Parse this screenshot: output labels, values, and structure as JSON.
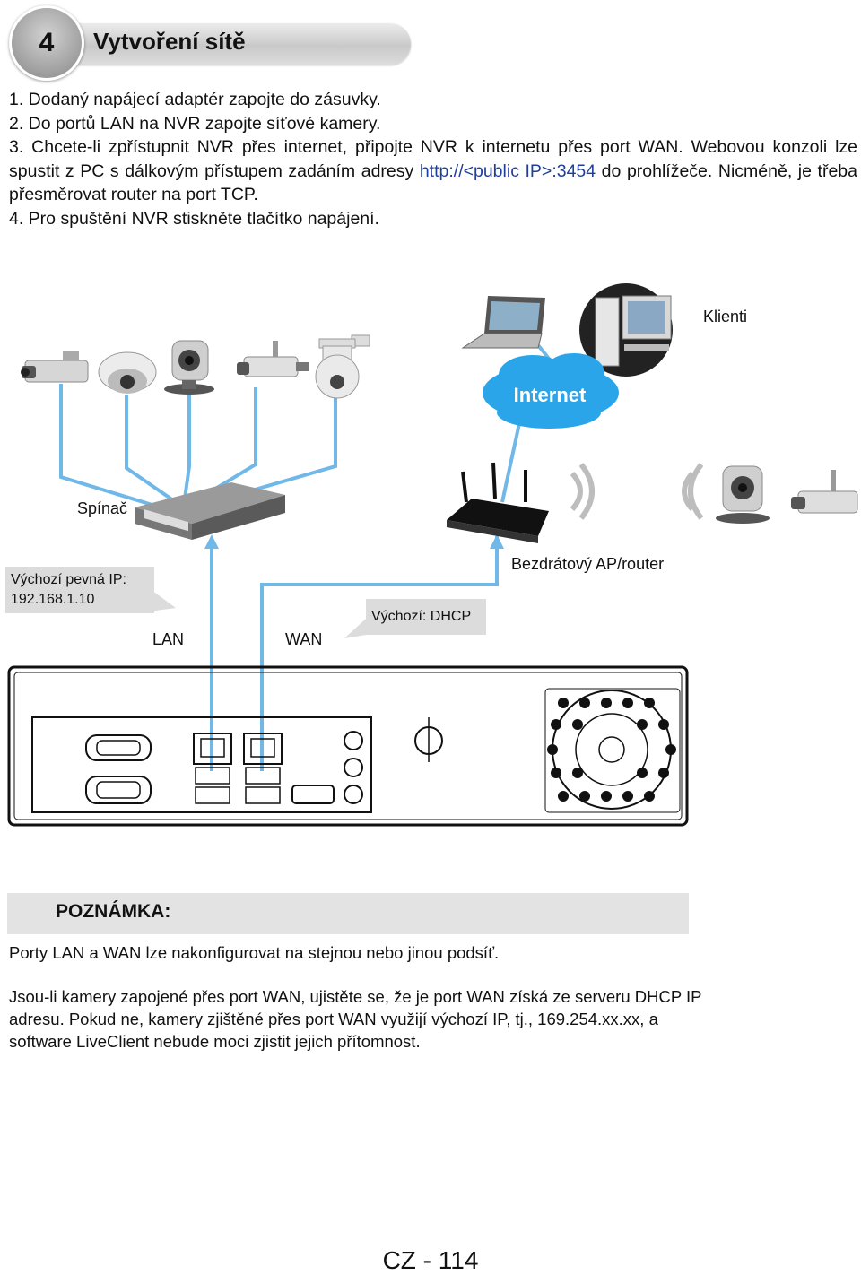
{
  "header": {
    "number": "4",
    "title": "Vytvoření sítě"
  },
  "steps": [
    "1. Dodaný napájecí adaptér zapojte do zásuvky.",
    "2. Do portů LAN na NVR zapojte síťové kamery.",
    {
      "text_before": "3. Chcete-li zpřístupnit NVR přes internet, připojte NVR k internetu přes port WAN. Webovou konzoli lze spustit z PC s dálkovým přístupem zadáním adresy ",
      "link": "http://<public IP>:3454",
      "text_after": " do prohlížeče. Nicméně, je třeba přesměrovat router na port TCP."
    },
    "4. Pro spuštění NVR stiskněte tlačítko napájení."
  ],
  "diagram": {
    "clients_label": "Klienti",
    "internet_label": "Internet",
    "switch_label": "Spínač",
    "router_label": "Bezdrátový AP/router",
    "default_ip_label": "Výchozí pevná IP:",
    "default_ip_value": "192.168.1.10",
    "lan_label": "LAN",
    "wan_label": "WAN",
    "dhcp_label": "Výchozí: DHCP"
  },
  "note": {
    "title": "POZNÁMKA:",
    "paragraphs": [
      "Porty LAN a WAN lze nakonfigurovat na stejnou nebo jinou podsíť.",
      "Jsou-li kamery zapojené přes port WAN, ujistěte se, že je port WAN získá ze serveru DHCP IP adresu. Pokud ne, kamery zjištěné přes port WAN využijí výchozí IP, tj., 169.254.xx.xx, a software LiveClient nebude moci zjistit jejich přítomnost."
    ]
  },
  "footer": {
    "page": "CZ - 114"
  },
  "colors": {
    "cable": "#6fb8e8",
    "cloud": "#2aa5ea",
    "callout_bg": "#dcdcdc"
  }
}
